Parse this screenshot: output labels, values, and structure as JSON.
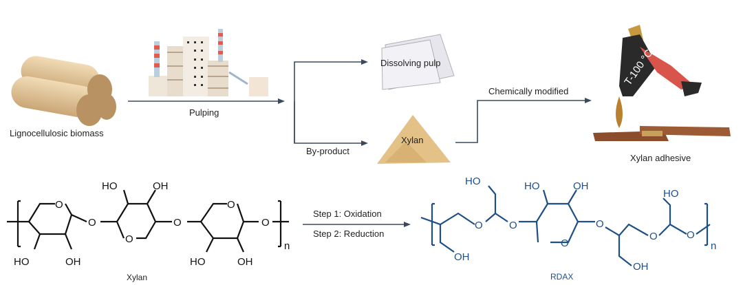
{
  "top": {
    "biomass_label": "Lignocellulosic biomass",
    "pulping_label": "Pulping",
    "dissolving_pulp_label": "Dissolving pulp",
    "byproduct_label": "By-product",
    "xylan_label": "Xylan",
    "chemically_modified_label": "Chemically modified",
    "adhesive_label": "Xylan adhesive",
    "glue_gun_text": "T-100 °C"
  },
  "bottom": {
    "xylan_name": "Xylan",
    "rdax_name": "RDAX",
    "step1": "Step 1: Oxidation",
    "step2": "Step 2: Reduction",
    "repeat_subscript": "n",
    "groups": {
      "ho": "HO",
      "oh": "OH",
      "o": "O"
    }
  },
  "colors": {
    "arrow": "#3a4a5c",
    "xylan_structure": "#111111",
    "rdax_structure": "#1d4f86"
  }
}
